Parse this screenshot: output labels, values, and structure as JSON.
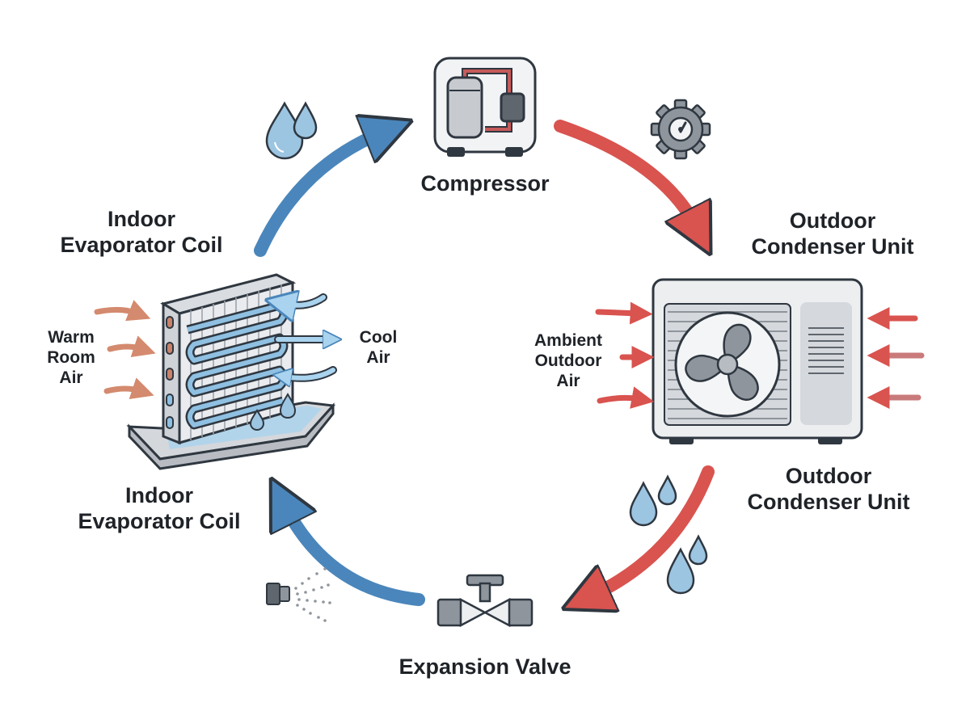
{
  "labels": {
    "compressor": "Compressor",
    "evaporator_top": [
      "Indoor",
      "Evaporator Coil"
    ],
    "evaporator_bottom": [
      "Indoor",
      "Evaporator Coil"
    ],
    "condenser_top": [
      "Outdoor",
      "Condenser Unit"
    ],
    "condenser_bottom": [
      "Outdoor",
      "Condenser Unit"
    ],
    "expansion_valve": "Expansion Valve",
    "warm_room_air": [
      "Warm",
      "Room",
      "Air"
    ],
    "cool_air": [
      "Cool",
      "Air"
    ],
    "ambient_outdoor_air": [
      "Ambient",
      "Outdoor",
      "Air"
    ]
  },
  "colors": {
    "cold_line": "#4a86bb",
    "hot_line": "#d9534f",
    "warm_air": "#d48a6e",
    "ambient_air": "#d9534f",
    "outline": "#2f3740",
    "panel": "#e6e8eb",
    "water": "#9cc5e2"
  },
  "icons": [
    "water-drops-icon",
    "pressure-gear-icon",
    "spray-nozzle-icon",
    "fan-icon"
  ]
}
